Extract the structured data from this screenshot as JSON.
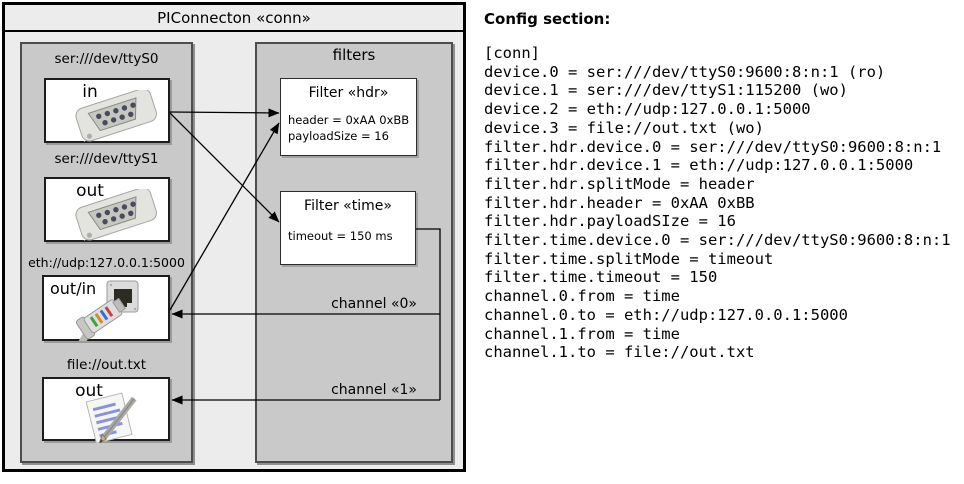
{
  "diagram": {
    "title": "PIConnecton «conn»",
    "devices_panel": {
      "devices": [
        {
          "label": "ser:///dev/ttyS0",
          "direction": "in",
          "icon": "serial-connector"
        },
        {
          "label": "ser:///dev/ttyS1",
          "direction": "out",
          "icon": "serial-connector"
        },
        {
          "label": "eth://udp:127.0.0.1:5000",
          "direction": "out/in",
          "icon": "ethernet-connector"
        },
        {
          "label": "file://out.txt",
          "direction": "out",
          "icon": "notepad"
        }
      ]
    },
    "filters_panel": {
      "title": "filters",
      "filters": [
        {
          "title": "Filter «hdr»",
          "attributes": [
            "header = 0xAA 0xBB",
            "payloadSize = 16"
          ]
        },
        {
          "title": "Filter «time»",
          "attributes": [
            "timeout = 150 ms"
          ]
        }
      ],
      "channels": [
        {
          "label": "channel «0»"
        },
        {
          "label": "channel «1»"
        }
      ]
    }
  },
  "config": {
    "heading": "Config section:",
    "lines": [
      "[conn]",
      "device.0 = ser:///dev/ttyS0:9600:8:n:1 (ro)",
      "device.1 = ser:///dev/ttyS1:115200 (wo)",
      "device.2 = eth://udp:127.0.0.1:5000",
      "device.3 = file://out.txt (wo)",
      "filter.hdr.device.0 = ser:///dev/ttyS0:9600:8:n:1",
      "filter.hdr.device.1 = eth://udp:127.0.0.1:5000",
      "filter.hdr.splitMode = header",
      "filter.hdr.header = 0xAA 0xBB",
      "filter.hdr.payloadSIze = 16",
      "filter.time.device.0 = ser:///dev/ttyS0:9600:8:n:1",
      "filter.time.splitMode = timeout",
      "filter.time.timeout = 150",
      "channel.0.from = time",
      "channel.0.to = eth://udp:127.0.0.1:5000",
      "channel.1.from = time",
      "channel.1.to = file://out.txt"
    ]
  },
  "colors": {
    "diagram_background": "#ececec",
    "panel_background": "#c9c9c9",
    "box_background": "#ffffff",
    "line_color": "#000000",
    "notepad_line_blue": "#8892e0"
  }
}
